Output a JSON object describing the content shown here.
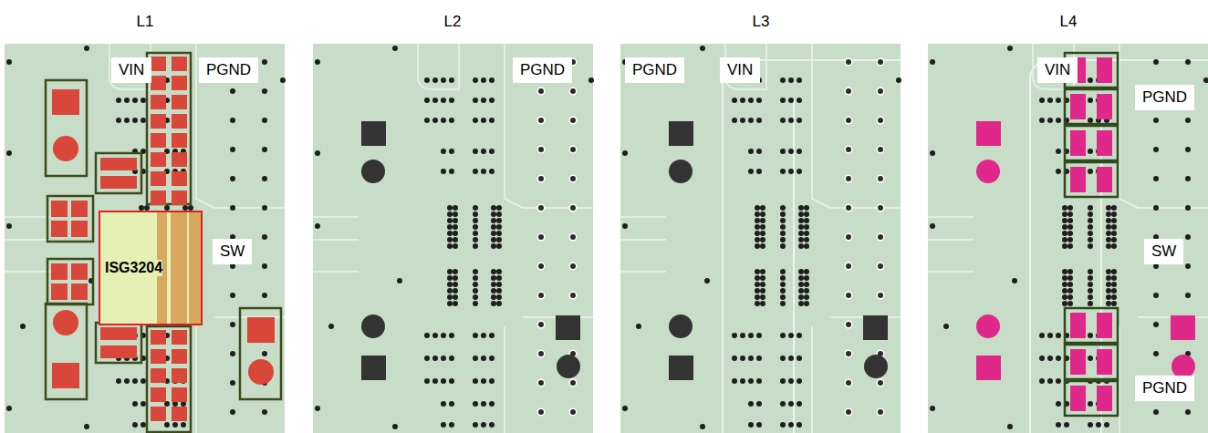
{
  "diagram": {
    "nodes": [
      {
        "text": [
          "ISG3204"
        ]
      }
    ],
    "labels": [
      "L1",
      "L2",
      "L3",
      "L4",
      "VIN",
      "PGND",
      "SW",
      "PGND",
      "PGND",
      "VIN",
      "VIN",
      "PGND",
      "SW",
      "PGND"
    ]
  }
}
